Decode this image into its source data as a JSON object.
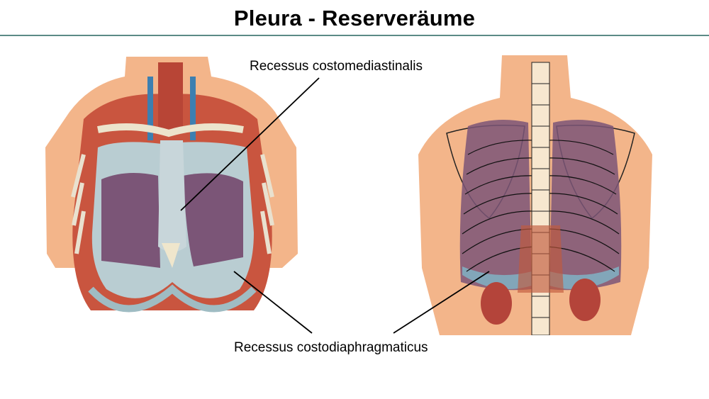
{
  "slide": {
    "title": "Pleura - Reserveräume"
  },
  "labels": {
    "costomediastinal": "Recessus costomediastinalis",
    "costodiaphragmatic": "Recessus costodiaphragmaticus"
  },
  "colors": {
    "title_rule": "#5b8a86",
    "skin": "#f3b58a",
    "muscle": "#c0463a",
    "lung": "#7b5577",
    "pleura": "#b9cdd2",
    "spine_outline": "#222222"
  },
  "illustrations": [
    "anterior-thorax-opened-illustration",
    "posterior-back-lung-projection-illustration"
  ]
}
